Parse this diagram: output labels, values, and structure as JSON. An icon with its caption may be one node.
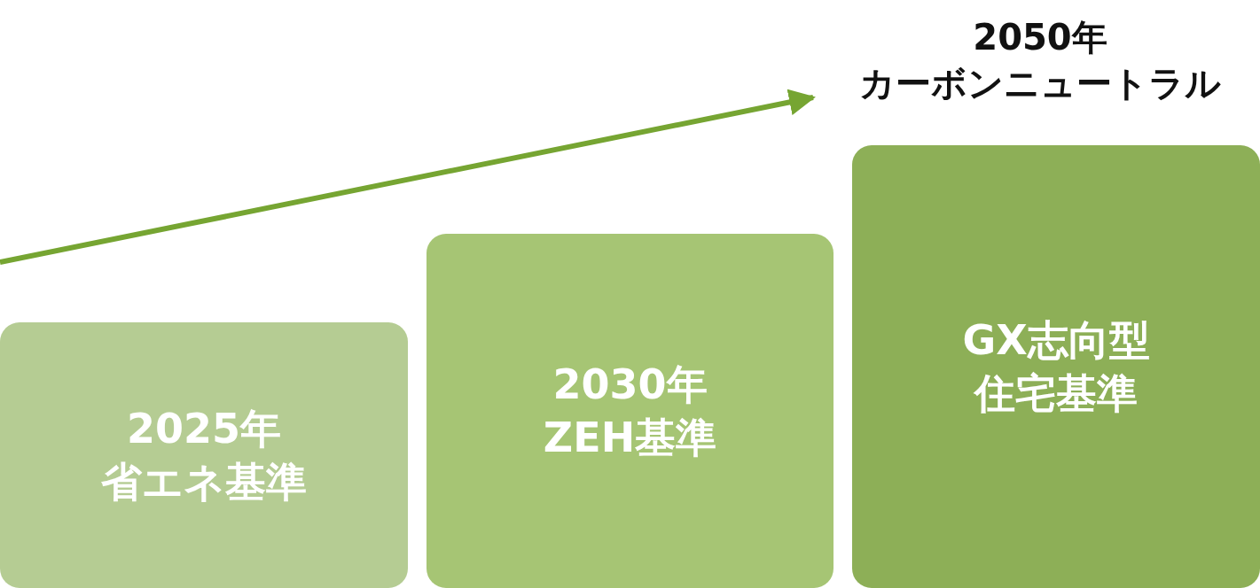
{
  "diagram": {
    "nodes": [
      {
        "text": [
          "2025年",
          "省エネ基準"
        ]
      },
      {
        "text": [
          "2030年",
          "ZEH基準"
        ]
      },
      {
        "text": [
          "GX志向型",
          "住宅基準"
        ]
      },
      {
        "text": [
          "2050年",
          "カーボンニュートラル"
        ]
      }
    ],
    "edges": [
      {
        "from": null,
        "to": 3,
        "arrow": "to"
      }
    ]
  }
}
